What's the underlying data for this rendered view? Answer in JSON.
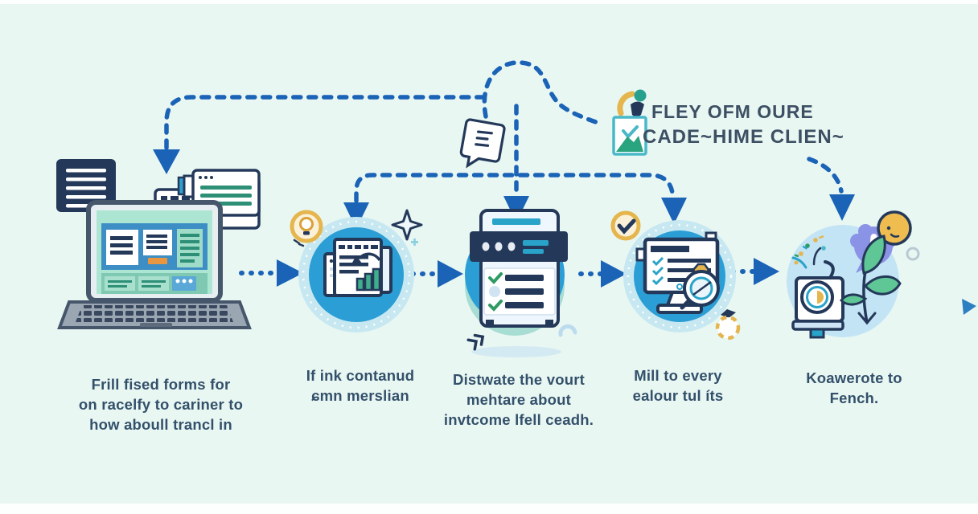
{
  "colors": {
    "background": "#e9f7f3",
    "flow_blue": "#1a63b6",
    "circle_blue": "#2b9ed5",
    "circle_ring": "#c7e8f1",
    "light_circle": "#c3e4f4",
    "navy": "#24395a",
    "teal": "#2aa3c9",
    "green": "#2e9b63",
    "gold": "#e5b54e",
    "purple": "#8b93e6",
    "leaf": "#5fc695",
    "caption_text": "#33506a",
    "logo_text": "#3d4f63"
  },
  "logo": {
    "line1": "FLEY OFM OURE",
    "line2": "CADE~HIME CLIEN~",
    "icon": "climber-photo-badge-icon"
  },
  "stages": [
    {
      "name": "fill-forms-laptop",
      "icon": "laptop-documents-icon",
      "caption": [
        "Frill fised forms for",
        "on racelfy to cariner to",
        "how aboull trancl in"
      ]
    },
    {
      "name": "documents-report",
      "icon": "documents-chart-icon",
      "caption": [
        "If ink contanud",
        "ɕmn merslian"
      ]
    },
    {
      "name": "checklist-device",
      "icon": "checklist-card-icon",
      "caption": [
        "Distwate the vourt",
        "mehtare about",
        "invtcome lfell ceadh."
      ]
    },
    {
      "name": "review-monitor",
      "icon": "monitor-checklist-icon",
      "caption": [
        "Mill to every",
        "ealour tul íts"
      ]
    },
    {
      "name": "capture-growth",
      "icon": "camera-plant-icon",
      "caption": [
        "Koawerote to",
        "Fench."
      ]
    }
  ],
  "decorations": [
    "lightbulb-badge-icon",
    "sparkle-icon",
    "note-bubble-icon",
    "check-badge-icon",
    "coin-dashed-icon",
    "exclamation-bubble-icon",
    "smiley-coin-icon",
    "leaf-plant-icon",
    "chevron-marks-icon",
    "arc-doodle-icon"
  ]
}
